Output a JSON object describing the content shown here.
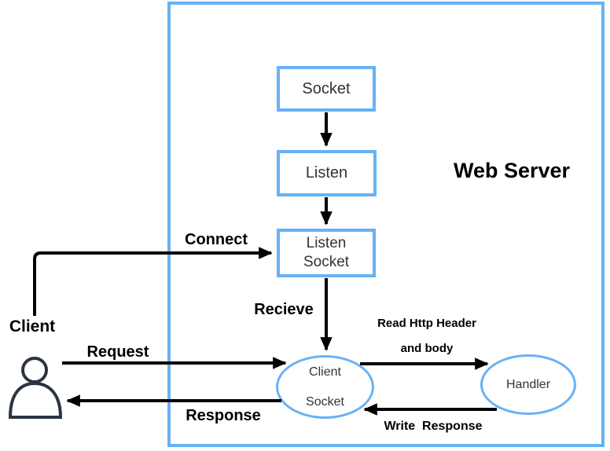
{
  "diagram": {
    "title": "Web Server",
    "nodes": {
      "socket": "Socket",
      "listen": "Listen",
      "listen_socket_line1": "Listen",
      "listen_socket_line2": "Socket",
      "client_socket_line1": "Client",
      "client_socket_line2": "Socket",
      "handler": "Handler"
    },
    "actor": {
      "label": "Client"
    },
    "edges": {
      "connect": "Connect",
      "request": "Request",
      "response": "Response",
      "recieve": "Recieve",
      "read_http_line1": "Read Http Header",
      "read_http_line2": "and body",
      "write_response": "Write  Response"
    },
    "colors": {
      "node_border_blue": "#66B2F7",
      "arrow_black": "#000000",
      "actor_dark_navy": "#2A3442"
    }
  }
}
